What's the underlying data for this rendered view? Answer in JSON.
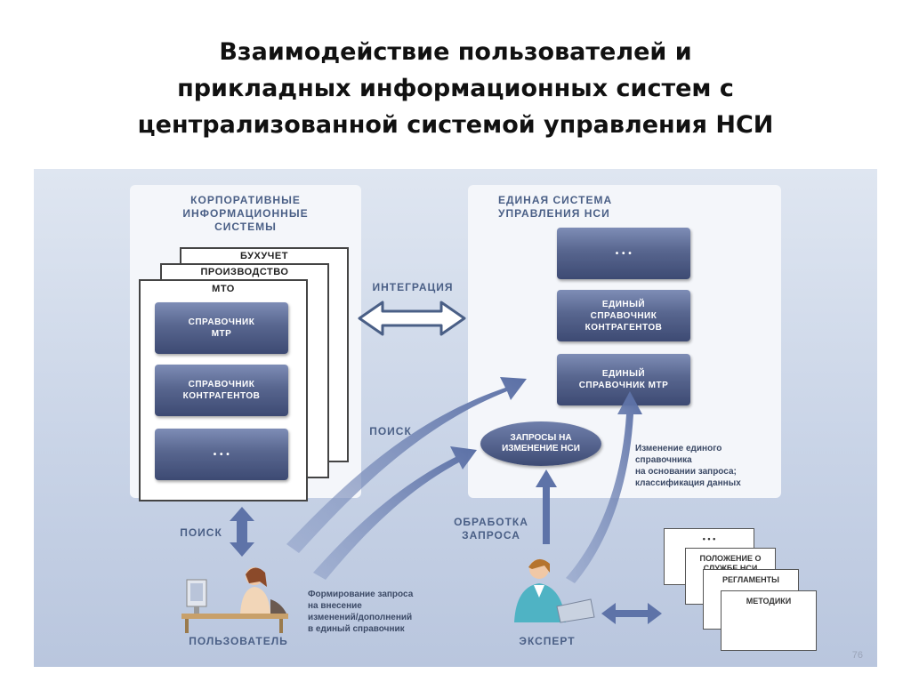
{
  "title": {
    "line1": "Взаимодействие пользователей и",
    "line2": "прикладных информационных систем с",
    "line3": "централизованной системой управления НСИ"
  },
  "left_block": {
    "heading_line1": "КОРПОРАТИВНЫЕ",
    "heading_line2": "ИНФОРМАЦИОННЫЕ",
    "heading_line3": "СИСТЕМЫ",
    "cards": [
      "БУХУЧЕТ",
      "ПРОИЗВОДСТВО",
      "МТО"
    ],
    "buttons": [
      {
        "line1": "СПРАВОЧНИК",
        "line2": "МТР"
      },
      {
        "line1": "СПРАВОЧНИК",
        "line2": "КОНТРАГЕНТОВ"
      },
      {
        "line1": "• • •",
        "line2": ""
      }
    ]
  },
  "right_block": {
    "heading_line1": "ЕДИНАЯ СИСТЕМА",
    "heading_line2": "УПРАВЛЕНИЯ НСИ",
    "buttons": [
      {
        "line1": "• • •",
        "line2": "",
        "line3": ""
      },
      {
        "line1": "ЕДИНЫЙ",
        "line2": "СПРАВОЧНИК",
        "line3": "КОНТРАГЕНТОВ"
      },
      {
        "line1": "ЕДИНЫЙ",
        "line2": "СПРАВОЧНИК МТР",
        "line3": ""
      }
    ],
    "requests_line1": "ЗАПРОСЫ НА",
    "requests_line2": "ИЗМЕНЕНИЕ НСИ",
    "change_note": [
      "Изменение единого",
      "справочника",
      "на основании запроса;",
      "классификация данных"
    ]
  },
  "labels": {
    "integration": "ИНТЕГРАЦИЯ",
    "search_top": "ПОИСК",
    "search_left": "ПОИСК",
    "processing_line1": "ОБРАБОТКА",
    "processing_line2": "ЗАПРОСА",
    "user": "ПОЛЬЗОВАТЕЛЬ",
    "expert": "ЭКСПЕРТ"
  },
  "user_note": [
    "Формирование запроса",
    "на внесение",
    "изменений/дополнений",
    "в единый справочник"
  ],
  "docs": [
    "• • •",
    "ПОЛОЖЕНИЕ О СЛУЖБЕ НСИ",
    "РЕГЛАМЕНТЫ",
    "МЕТОДИКИ"
  ],
  "page_number": "76",
  "colors": {
    "accent": "#4a5f86",
    "button": "#4e5c86",
    "arrow": "#5e73a8"
  }
}
